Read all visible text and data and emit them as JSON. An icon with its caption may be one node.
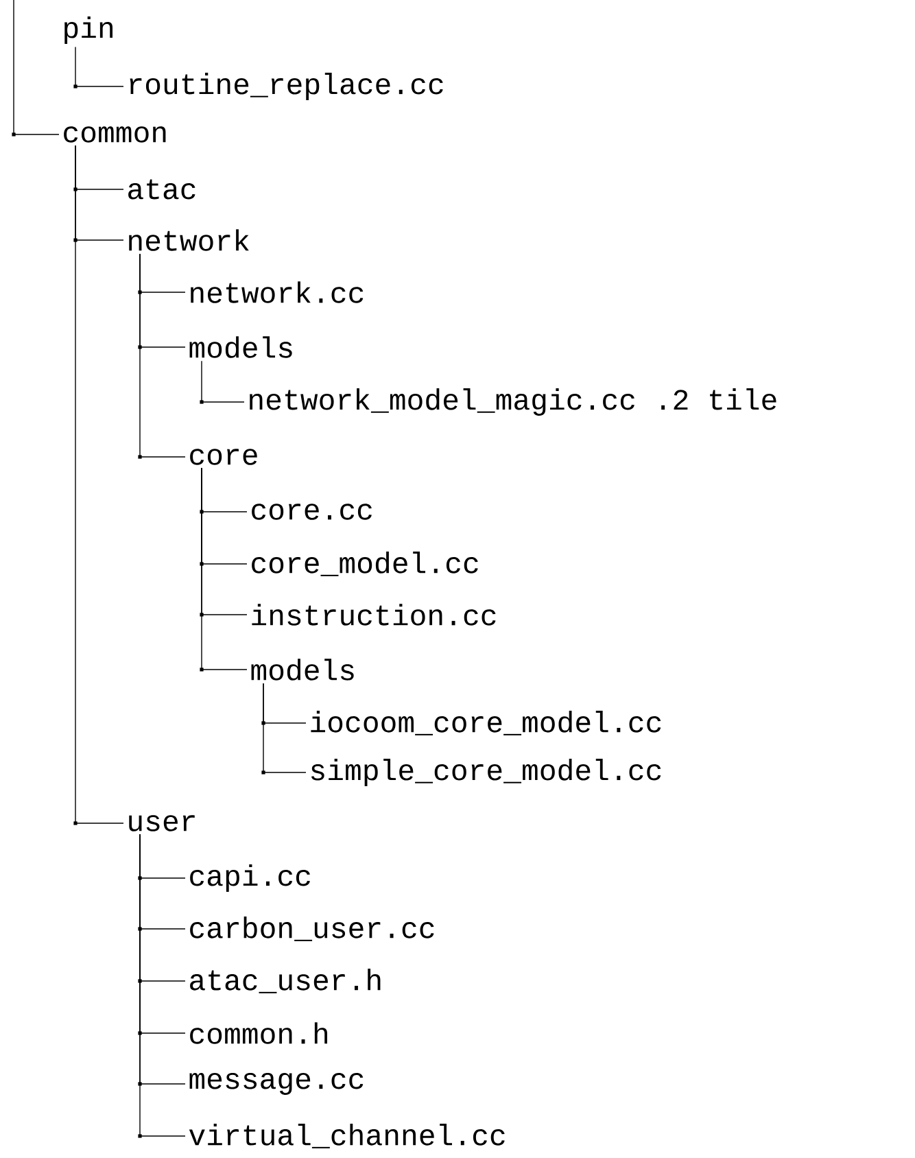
{
  "diagram": {
    "nodes": [
      {
        "text": [
          "pin"
        ]
      },
      {
        "text": [
          "routine_replace.cc"
        ]
      },
      {
        "text": [
          "common"
        ]
      },
      {
        "text": [
          "atac"
        ]
      },
      {
        "text": [
          "network"
        ]
      },
      {
        "text": [
          "network.cc"
        ]
      },
      {
        "text": [
          "models"
        ]
      },
      {
        "text": [
          "network_model_magic.cc .2 tile"
        ]
      },
      {
        "text": [
          "core"
        ]
      },
      {
        "text": [
          "core.cc"
        ]
      },
      {
        "text": [
          "core_model.cc"
        ]
      },
      {
        "text": [
          "instruction.cc"
        ]
      },
      {
        "text": [
          "models"
        ]
      },
      {
        "text": [
          "iocoom_core_model.cc"
        ]
      },
      {
        "text": [
          "simple_core_model.cc"
        ]
      },
      {
        "text": [
          "user"
        ]
      },
      {
        "text": [
          "capi.cc"
        ]
      },
      {
        "text": [
          "carbon_user.cc"
        ]
      },
      {
        "text": [
          "atac_user.h"
        ]
      },
      {
        "text": [
          "common.h"
        ]
      },
      {
        "text": [
          "message.cc"
        ]
      },
      {
        "text": [
          "virtual_channel.cc"
        ]
      }
    ],
    "edges": [
      {
        "from": null,
        "to": 2,
        "arrow": "none"
      },
      {
        "from": 0,
        "to": 1,
        "arrow": "none"
      },
      {
        "from": 2,
        "to": 3,
        "arrow": "none"
      },
      {
        "from": 2,
        "to": 4,
        "arrow": "none"
      },
      {
        "from": 4,
        "to": 5,
        "arrow": "none"
      },
      {
        "from": 4,
        "to": 6,
        "arrow": "none"
      },
      {
        "from": 6,
        "to": 7,
        "arrow": "none"
      },
      {
        "from": 4,
        "to": 8,
        "arrow": "none"
      },
      {
        "from": 8,
        "to": 9,
        "arrow": "none"
      },
      {
        "from": 8,
        "to": 10,
        "arrow": "none"
      },
      {
        "from": 8,
        "to": 11,
        "arrow": "none"
      },
      {
        "from": 8,
        "to": 12,
        "arrow": "none"
      },
      {
        "from": 12,
        "to": 13,
        "arrow": "none"
      },
      {
        "from": 12,
        "to": 14,
        "arrow": "none"
      },
      {
        "from": 2,
        "to": 15,
        "arrow": "none"
      },
      {
        "from": 15,
        "to": 16,
        "arrow": "none"
      },
      {
        "from": 15,
        "to": 17,
        "arrow": "none"
      },
      {
        "from": 15,
        "to": 18,
        "arrow": "none"
      },
      {
        "from": 15,
        "to": 19,
        "arrow": "none"
      },
      {
        "from": 15,
        "to": 20,
        "arrow": "none"
      },
      {
        "from": 15,
        "to": 21,
        "arrow": "none"
      }
    ]
  }
}
